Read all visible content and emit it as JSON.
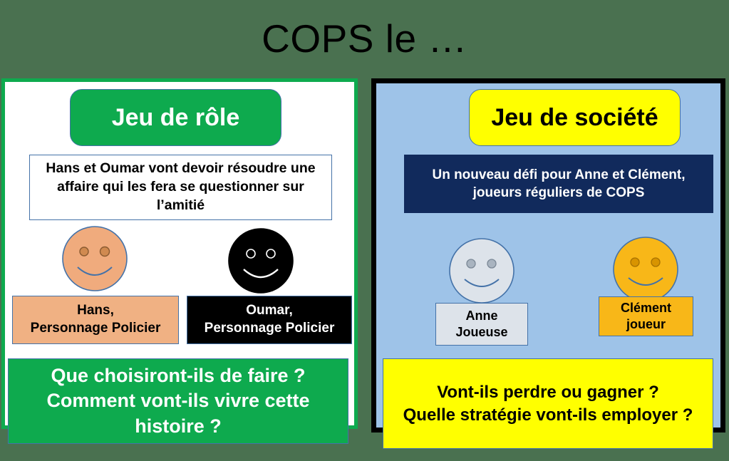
{
  "slide": {
    "title": "COPS le …",
    "background_color": "#4a7150"
  },
  "panels": [
    {
      "id": "roleplay",
      "name": "jeu-de-role",
      "border_color": "#0eaa4e",
      "background_color": "#ffffff",
      "badge": {
        "label": "Jeu de rôle",
        "background_color": "#0eaa4e",
        "text_color": "#ffffff"
      },
      "description": {
        "text": "Hans et Oumar vont devoir résoudre une affaire qui les fera se questionner sur l’amitié",
        "background_color": "#ffffff",
        "text_color": "#000000"
      },
      "characters": [
        {
          "face_color": "#f0ab7d",
          "face_outline": "#4472a8",
          "eye_fill": "#d08a50",
          "eye_outline": "#8a5a30",
          "mouth_color": "#4472a8",
          "name_line1": "Hans,",
          "name_line2": "Personnage Policier",
          "box_background": "#f0b183",
          "box_text_color": "#000000"
        },
        {
          "face_color": "#000000",
          "face_outline": "#000000",
          "eye_fill": "#000000",
          "eye_outline": "#ffffff",
          "mouth_color": "#ffffff",
          "name_line1": "Oumar,",
          "name_line2": "Personnage Policier",
          "box_background": "#000000",
          "box_text_color": "#ffffff"
        }
      ],
      "footer": {
        "line1": "Que choisiront-ils de faire ?",
        "line2": "Comment vont-ils vivre cette histoire ?",
        "background_color": "#0eaa4e",
        "text_color": "#ffffff"
      }
    },
    {
      "id": "boardgame",
      "name": "jeu-de-societe",
      "border_color": "#000000",
      "background_color": "#9ec3e8",
      "badge": {
        "label": "Jeu de société",
        "background_color": "#ffff00",
        "text_color": "#000000"
      },
      "description": {
        "text": "Un nouveau défi pour Anne et Clément, joueurs réguliers de COPS",
        "background_color": "#112a5c",
        "text_color": "#ffffff"
      },
      "characters": [
        {
          "face_color": "#dde3ea",
          "face_outline": "#4472a8",
          "eye_fill": "#a9b4c0",
          "eye_outline": "#7b8896",
          "mouth_color": "#4472a8",
          "name_line1": "Anne",
          "name_line2": "Joueuse",
          "box_background": "#dde3ea",
          "box_text_color": "#000000"
        },
        {
          "face_color": "#f8b718",
          "face_outline": "#4472a8",
          "eye_fill": "#d89400",
          "eye_outline": "#a87200",
          "mouth_color": "#4472a8",
          "name_line1": "Clément",
          "name_line2": "joueur",
          "box_background": "#f8b718",
          "box_text_color": "#000000"
        }
      ],
      "footer": {
        "line1": "Vont-ils perdre ou gagner ?",
        "line2": "Quelle stratégie vont-ils employer ?",
        "background_color": "#ffff00",
        "text_color": "#000000"
      }
    }
  ]
}
